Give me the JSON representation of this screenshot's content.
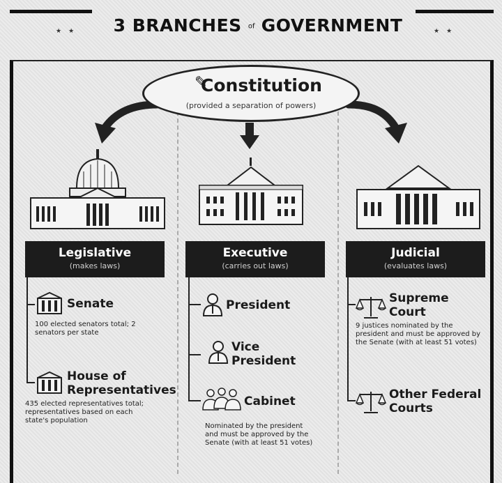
{
  "header": {
    "title_main": "3 BRANCHES",
    "title_of": "of",
    "title_end": "GOVERNMENT"
  },
  "constitution": {
    "title": "Constitution",
    "subtitle": "(provided a separation of powers)"
  },
  "branches": [
    {
      "name": "Legislative",
      "role": "(makes laws)",
      "items": [
        {
          "label": "Senate",
          "desc": "100 elected senators total; 2 senators per state",
          "icon": "capitol-columns-icon"
        },
        {
          "label": "House of Representatives",
          "desc": "435 elected representatives total; representatives based on each state's population",
          "icon": "capitol-columns-icon"
        }
      ]
    },
    {
      "name": "Executive",
      "role": "(carries out laws)",
      "items": [
        {
          "label": "President",
          "desc": "",
          "icon": "person-icon"
        },
        {
          "label": "Vice President",
          "desc": "",
          "icon": "person-icon"
        },
        {
          "label": "Cabinet",
          "desc": "Nominated by the president and must be approved by the Senate (with at least 51 votes)",
          "icon": "group-icon"
        }
      ]
    },
    {
      "name": "Judicial",
      "role": "(evaluates laws)",
      "items": [
        {
          "label": "Supreme Court",
          "desc": "9 justices nominated by the president and must be approved by the Senate (with at least 51 votes)",
          "icon": "scales-icon"
        },
        {
          "label": "Other Federal Courts",
          "desc": "",
          "icon": "scales-icon"
        }
      ]
    }
  ]
}
